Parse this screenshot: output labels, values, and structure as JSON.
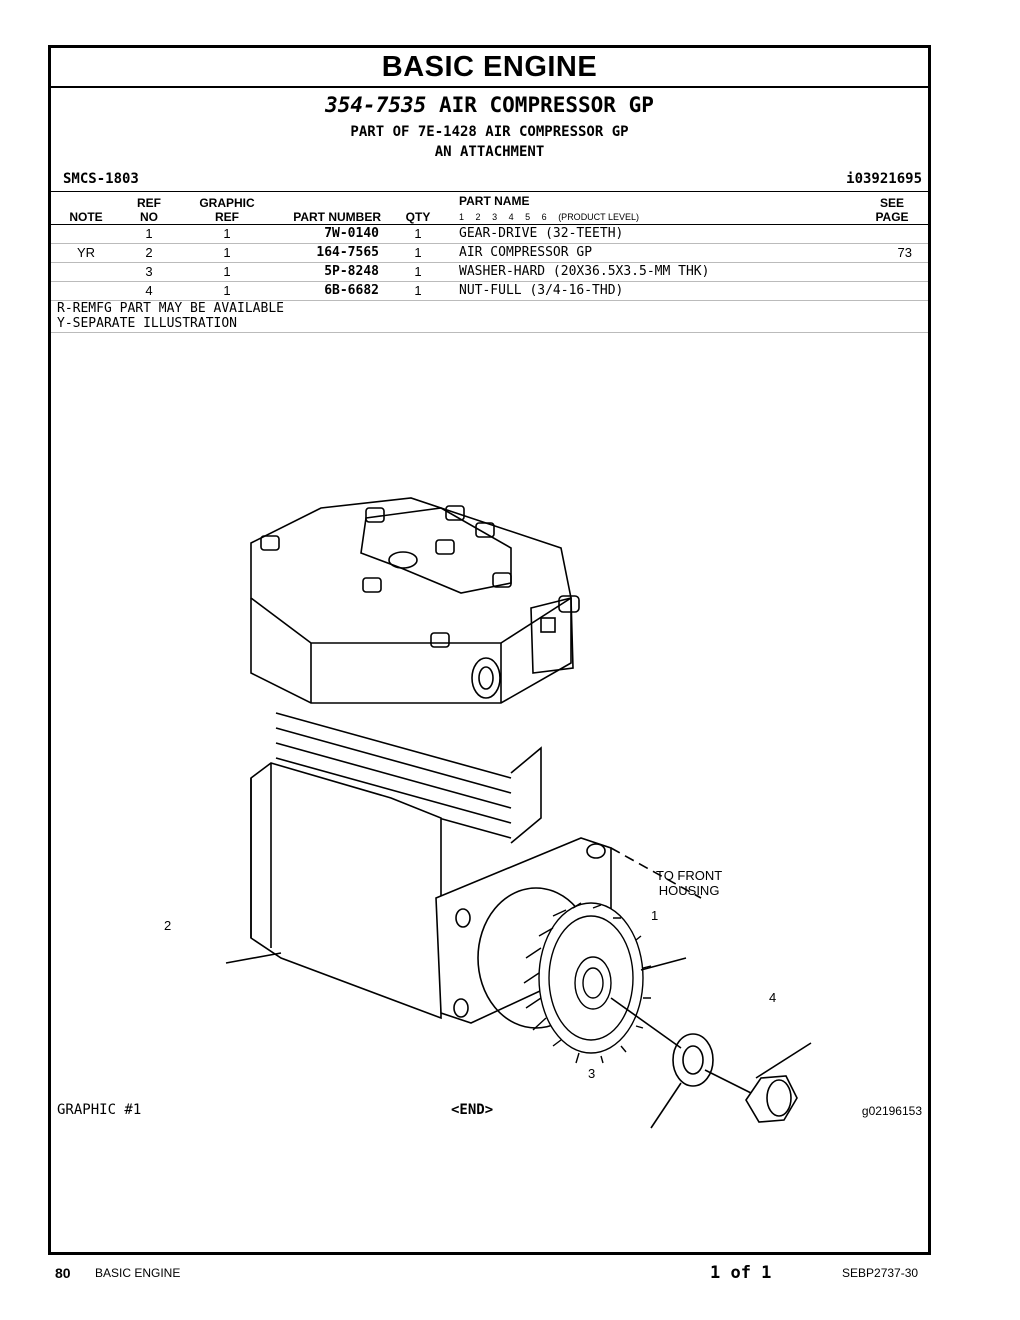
{
  "section_title": "BASIC ENGINE",
  "group": {
    "part_number": "354-7535",
    "name": "AIR COMPRESSOR GP",
    "part_of": "PART OF 7E-1428 AIR COMPRESSOR GP",
    "attachment": "AN ATTACHMENT"
  },
  "smcs": "SMCS-1803",
  "ident": "i03921695",
  "table": {
    "headers": {
      "note": "NOTE",
      "ref_top": "REF",
      "ref_bottom": "NO",
      "graphic_top": "GRAPHIC",
      "graphic_bottom": "REF",
      "part_number": "PART NUMBER",
      "qty": "QTY",
      "part_name": "PART NAME",
      "levels": [
        "1",
        "2",
        "3",
        "4",
        "5",
        "6",
        "(PRODUCT LEVEL)"
      ],
      "see_top": "SEE",
      "see_bottom": "PAGE"
    },
    "rows": [
      {
        "note": "",
        "ref": "1",
        "graphic": "1",
        "part_number": "7W-0140",
        "qty": "1",
        "name": "GEAR-DRIVE (32-TEETH)",
        "see": ""
      },
      {
        "note": "YR",
        "ref": "2",
        "graphic": "1",
        "part_number": "164-7565",
        "qty": "1",
        "name": "AIR COMPRESSOR GP",
        "see": "73"
      },
      {
        "note": "",
        "ref": "3",
        "graphic": "1",
        "part_number": "5P-8248",
        "qty": "1",
        "name": "WASHER-HARD (20X36.5X3.5-MM THK)",
        "see": ""
      },
      {
        "note": "",
        "ref": "4",
        "graphic": "1",
        "part_number": "6B-6682",
        "qty": "1",
        "name": "NUT-FULL (3/4-16-THD)",
        "see": ""
      }
    ]
  },
  "notes": [
    "R-REMFG PART MAY BE AVAILABLE",
    "Y-SEPARATE ILLUSTRATION"
  ],
  "illustration": {
    "callouts": {
      "to_front_line1": "TO FRONT",
      "to_front_line2": "HOUSING",
      "c1": "1",
      "c2": "2",
      "c3": "3",
      "c4": "4"
    }
  },
  "graphic_label": "GRAPHIC #1",
  "end_label": "<END>",
  "graphic_id": "g02196153",
  "footer": {
    "page_number": "80",
    "section": "BASIC ENGINE",
    "page_of": "1 of 1",
    "doc_id": "SEBP2737-30"
  }
}
